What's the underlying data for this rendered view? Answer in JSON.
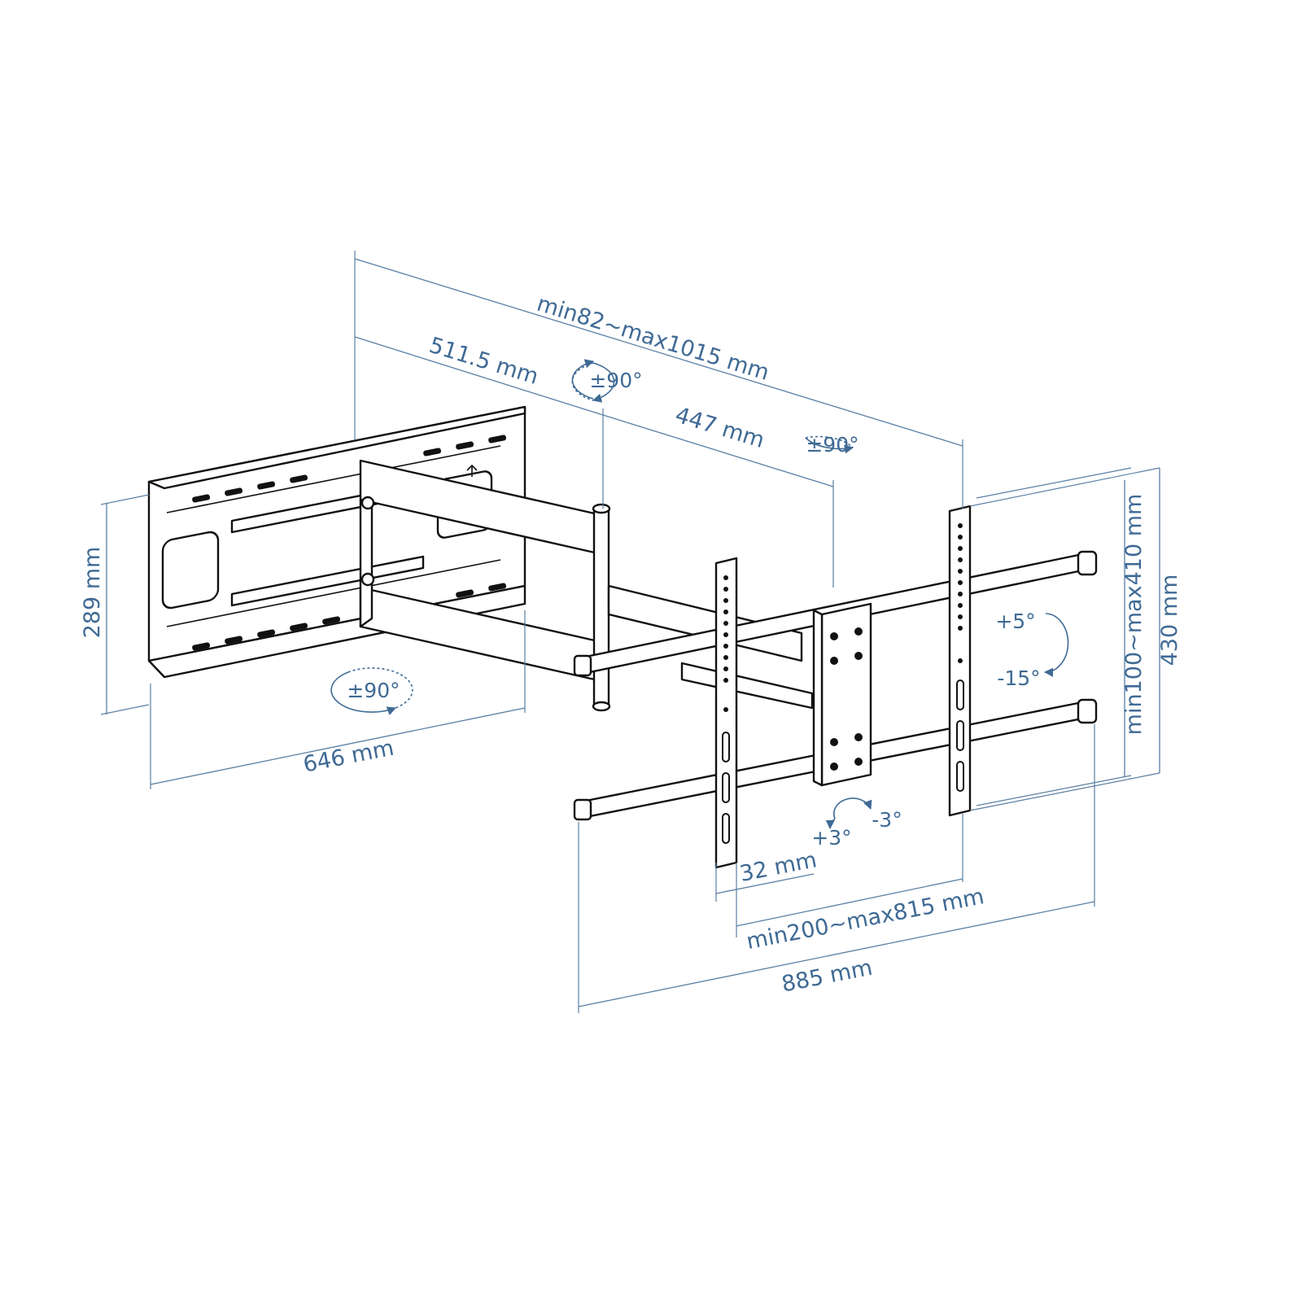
{
  "dimensions": {
    "total_extension": "min82~max1015 mm",
    "arm_segment_1": "511.5 mm",
    "arm_segment_2": "447 mm",
    "wall_plate_width": "646 mm",
    "wall_plate_height": "289 mm",
    "vesa_vertical_range": "min100~max410 mm",
    "bracket_height": "430 mm",
    "bracket_rail_width": "32 mm",
    "vesa_horizontal_range": "min200~max815 mm",
    "arm_bar_width": "885 mm"
  },
  "angles": {
    "swivel_wall": "±90°",
    "swivel_elbow": "±90°",
    "swivel_head": "±90°",
    "tilt_up": "+5°",
    "tilt_down": "-15°",
    "level_plus": "+3°",
    "level_minus": "-3°"
  },
  "colors": {
    "dimension": "#5a7fa3",
    "label": "#3f6a95",
    "line_art": "#111111"
  }
}
